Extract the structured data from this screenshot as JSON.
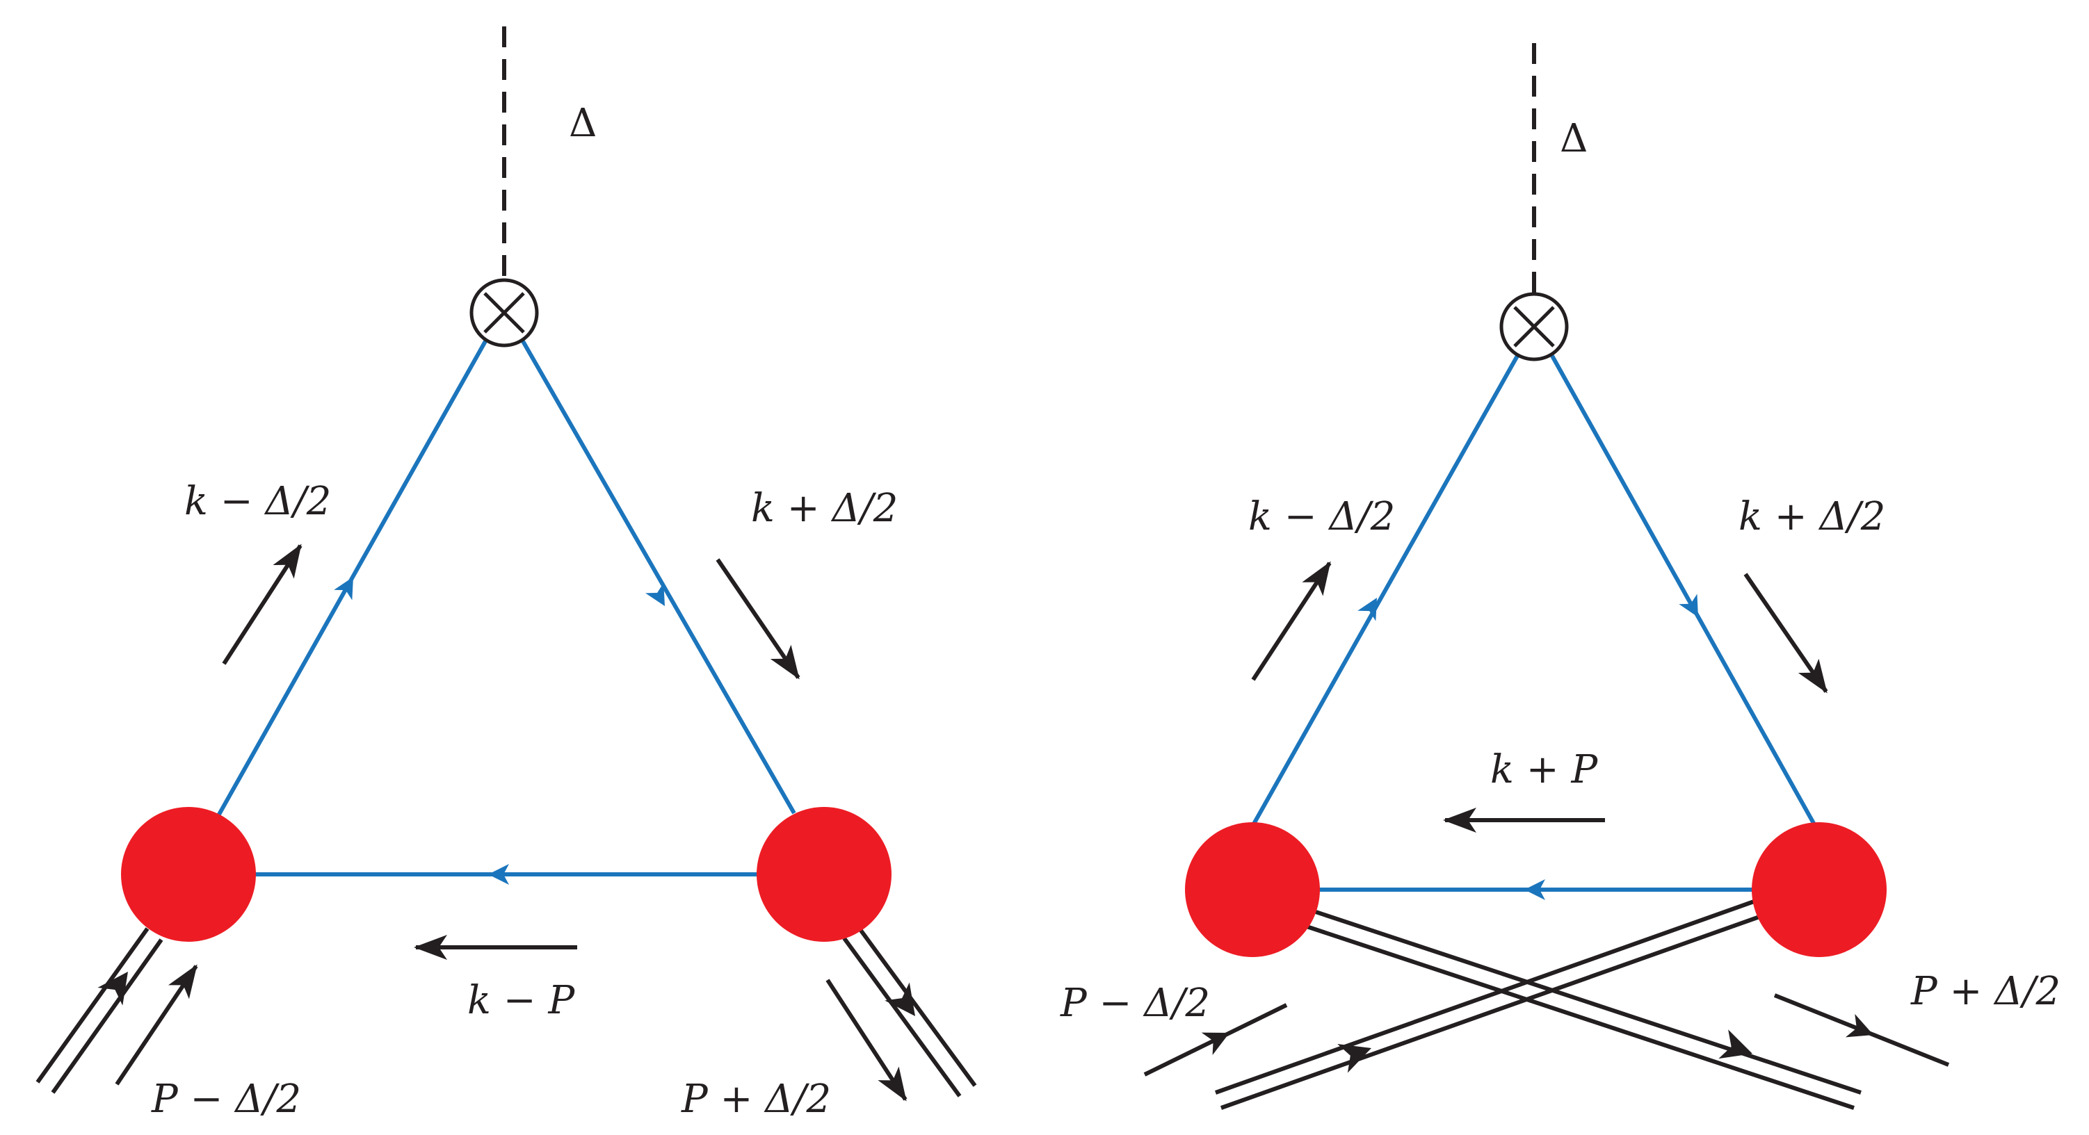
{
  "colors": {
    "propagator": "#1b75bc",
    "vertex_blob": "#ed1c24",
    "ink": "#231f20",
    "background": "#ffffff"
  },
  "icons": {
    "insertion": "circled-times-icon",
    "momentum": "arrow-icon",
    "vertex": "filled-circle-icon"
  },
  "diagrams": [
    {
      "labels": {
        "delta": "Δ",
        "upper_left": "k − Δ/2",
        "upper_right": "k + Δ/2",
        "bottom": "k − P",
        "incoming": "P − Δ/2",
        "outgoing": "P + Δ/2"
      }
    },
    {
      "labels": {
        "delta": "Δ",
        "upper_left": "k − Δ/2",
        "upper_right": "k + Δ/2",
        "bottom": "k + P",
        "incoming": "P − Δ/2",
        "outgoing": "P + Δ/2"
      }
    }
  ]
}
